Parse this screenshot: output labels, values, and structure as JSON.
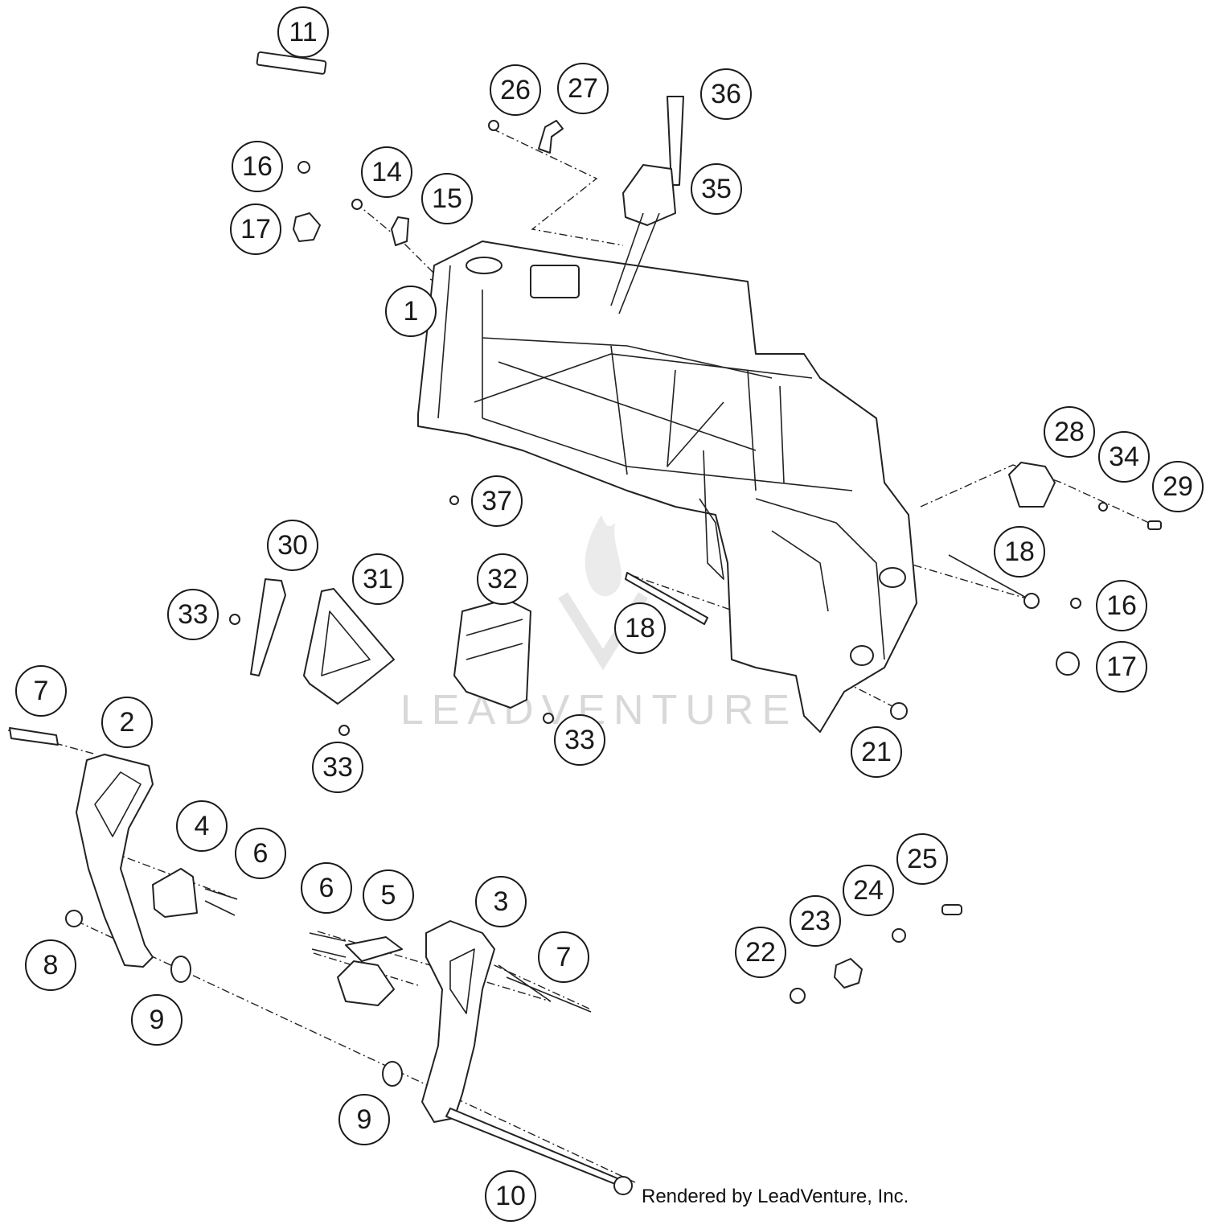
{
  "watermark": "LEADVENTURE",
  "credit": "Rendered by LeadVenture, Inc.",
  "callouts": [
    {
      "label": "11"
    },
    {
      "label": "26"
    },
    {
      "label": "27"
    },
    {
      "label": "36"
    },
    {
      "label": "16"
    },
    {
      "label": "14"
    },
    {
      "label": "15"
    },
    {
      "label": "35"
    },
    {
      "label": "17"
    },
    {
      "label": "1"
    },
    {
      "label": "28"
    },
    {
      "label": "34"
    },
    {
      "label": "29"
    },
    {
      "label": "37"
    },
    {
      "label": "30"
    },
    {
      "label": "31"
    },
    {
      "label": "32"
    },
    {
      "label": "18"
    },
    {
      "label": "33"
    },
    {
      "label": "18"
    },
    {
      "label": "16"
    },
    {
      "label": "17"
    },
    {
      "label": "7"
    },
    {
      "label": "2"
    },
    {
      "label": "33"
    },
    {
      "label": "33"
    },
    {
      "label": "21"
    },
    {
      "label": "4"
    },
    {
      "label": "6"
    },
    {
      "label": "25"
    },
    {
      "label": "6"
    },
    {
      "label": "5"
    },
    {
      "label": "3"
    },
    {
      "label": "24"
    },
    {
      "label": "23"
    },
    {
      "label": "22"
    },
    {
      "label": "7"
    },
    {
      "label": "8"
    },
    {
      "label": "9"
    },
    {
      "label": "9"
    },
    {
      "label": "10"
    }
  ]
}
